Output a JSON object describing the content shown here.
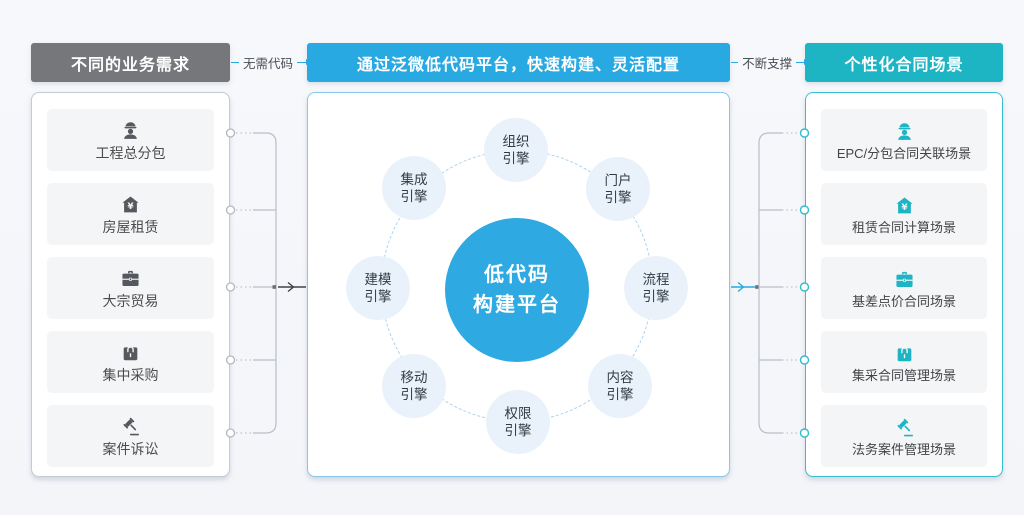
{
  "flow": {
    "left_arrow_label": "无需代码",
    "right_arrow_label": "不断支撑"
  },
  "left_panel": {
    "header": "不同的业务需求",
    "items": [
      {
        "icon": "worker-icon",
        "label": "工程总分包"
      },
      {
        "icon": "house-yen-icon",
        "label": "房屋租赁"
      },
      {
        "icon": "briefcase-icon",
        "label": "大宗贸易"
      },
      {
        "icon": "shopping-bag-icon",
        "label": "集中采购"
      },
      {
        "icon": "gavel-icon",
        "label": "案件诉讼"
      }
    ]
  },
  "middle_panel": {
    "header": "通过泛微低代码平台，快速构建、灵活配置",
    "center": {
      "line1": "低代码",
      "line2": "构建平台"
    },
    "engines": [
      "组织引擎",
      "门户引擎",
      "流程引擎",
      "内容引擎",
      "权限引擎",
      "移动引擎",
      "建模引擎",
      "集成引擎"
    ]
  },
  "right_panel": {
    "header": "个性化合同场景",
    "items": [
      {
        "icon": "worker-icon",
        "label": "EPC/分包合同关联场景"
      },
      {
        "icon": "house-yen-icon",
        "label": "租赁合同计算场景"
      },
      {
        "icon": "briefcase-icon",
        "label": "基差点价合同场景"
      },
      {
        "icon": "shopping-bag-icon",
        "label": "集采合同管理场景"
      },
      {
        "icon": "gavel-icon",
        "label": "法务案件管理场景"
      }
    ]
  },
  "colors": {
    "accent_blue": "#29a9e1",
    "accent_teal": "#1db4c4",
    "header_gray": "#76777b",
    "hub_blue": "#2fa9e1",
    "satellite_fill": "#e9f2fb"
  }
}
